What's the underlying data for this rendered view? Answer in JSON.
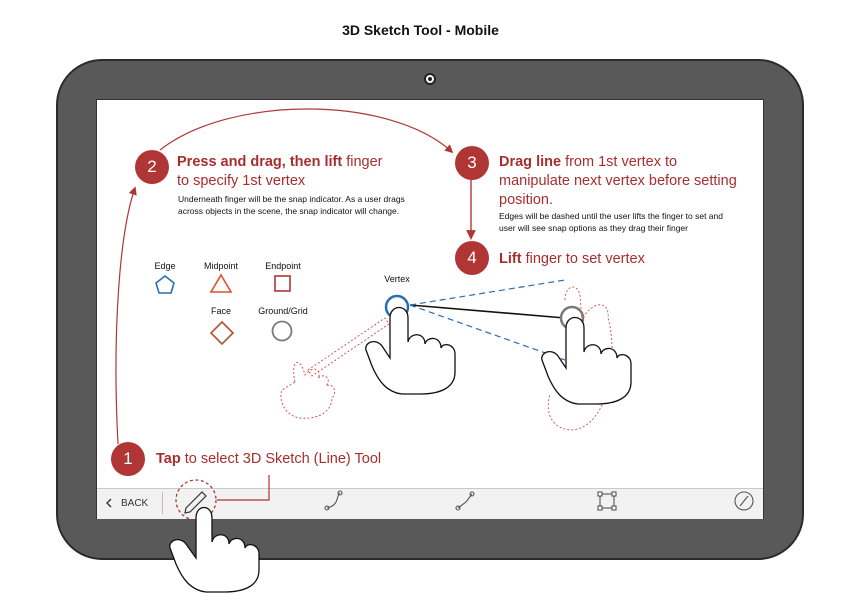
{
  "page": {
    "title": "3D Sketch Tool - Mobile"
  },
  "colors": {
    "accent": "#a82e2e",
    "edge": "#2a6db5",
    "midpoint": "#d9542c",
    "endpoint": "#b03636",
    "face": "#b5532c",
    "ground": "#7a7a7a"
  },
  "steps": [
    {
      "number": "1",
      "bold": "Tap",
      "text": " to select 3D Sketch (Line) Tool"
    },
    {
      "number": "2",
      "bold": "Press and drag, then lift",
      "text": " finger",
      "line2": "to specify 1st vertex",
      "note": "Underneath finger will be the snap indicator.  As a user drags across objects in the scene, the snap indicator will change."
    },
    {
      "number": "3",
      "bold": "Drag line",
      "text": " from 1st vertex to",
      "line2": "manipulate next vertex before setting",
      "line3": "position.",
      "note": "Edges will be dashed until the user lifts the finger to set and user will see snap options as they drag their finger"
    },
    {
      "number": "4",
      "bold": "Lift",
      "text": "  finger to set vertex"
    }
  ],
  "snap_types": [
    {
      "label": "Edge",
      "icon": "pentagon-icon"
    },
    {
      "label": "Midpoint",
      "icon": "triangle-icon"
    },
    {
      "label": "Endpoint",
      "icon": "square-icon"
    },
    {
      "label": "Face",
      "icon": "diamond-icon"
    },
    {
      "label": "Ground/Grid",
      "icon": "circle-icon"
    }
  ],
  "vertex_label": "Vertex",
  "toolbar": {
    "back_label": "BACK",
    "tools": [
      "pencil-icon",
      "curve-icon",
      "polyline-icon",
      "rectangle-icon",
      "compass-icon"
    ]
  }
}
